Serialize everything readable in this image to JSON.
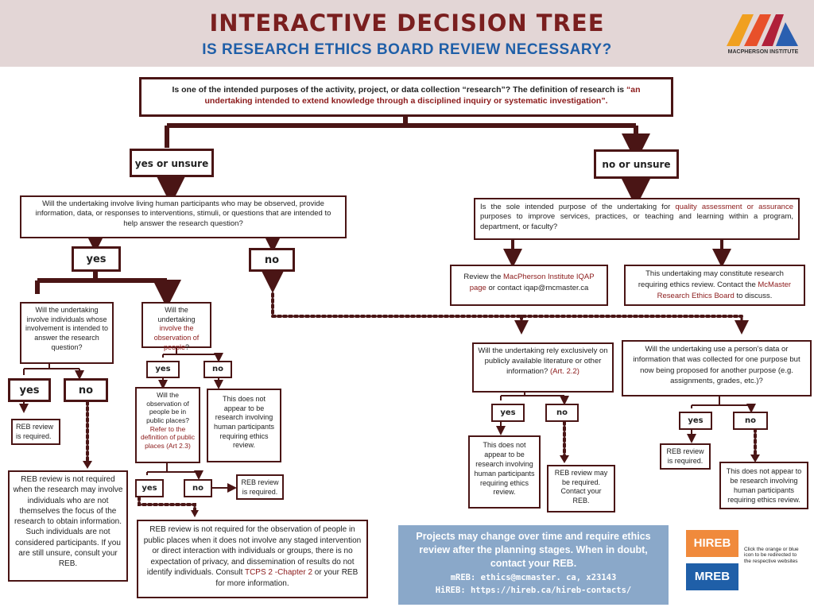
{
  "header": {
    "title": "INTERACTIVE DECISION TREE",
    "subtitle": "IS RESEARCH ETHICS BOARD REVIEW NECESSARY?",
    "logo_text": "MACPHERSON INSTITUTE",
    "colors": {
      "title": "#7a1f1f",
      "subtitle": "#1f5fa8",
      "band": "#e3d6d6",
      "border": "#4a1515"
    }
  },
  "root": {
    "question": "Is one of the intended purposes of the activity, project, or data collection “research”? The definition of research is",
    "definition": "“an undertaking intended to extend knowledge through a disciplined inquiry or systematic investigation”."
  },
  "branches": {
    "left": "yes or unsure",
    "right": "no or unsure"
  },
  "left": {
    "q_human": "Will the undertaking involve living human participants who may be observed, provide information, data, or responses to interventions, stimuli, or questions that are intended to help answer the research question?",
    "yes": "yes",
    "no": "no",
    "q_focus": "Will the undertaking involve individuals whose involvement is intended to answer the research question?",
    "q_observe_pre": "Will the undertaking",
    "q_observe_hl": "involve the observation of people",
    "q_observe_post": "?",
    "focus_yes": "yes",
    "focus_no": "no",
    "reb_required_1": "REB review is required.",
    "reb_not_required_focus": "REB review is not required when the research may involve individuals who are not themselves the focus of the research to obtain information. Such individuals are not considered participants. If you are still unsure, consult your REB.",
    "obs_yes": "yes",
    "obs_no": "no",
    "q_public_pre": "Will the observation of people be in public places?",
    "q_public_hl": "Refer to the definition of public places (Art 2.3)",
    "not_research_1": "This does not appear to be research involving human participants requiring ethics review.",
    "public_yes": "yes",
    "public_no": "no",
    "reb_required_2": "REB review is required.",
    "reb_not_required_public_pre": "REB review is not required for the observation of people in public places when it does not involve any staged intervention or direct interaction with individuals or groups, there is no expectation of privacy, and dissemination of results do not identify individuals. Consult",
    "reb_not_required_public_hl": "TCPS 2 -Chapter 2",
    "reb_not_required_public_post": "or your REB for more information."
  },
  "right": {
    "q_quality_pre": "Is the sole intended purpose of the undertaking for",
    "q_quality_hl": "quality assessment or assurance",
    "q_quality_post": "purposes to improve services, practices, or teaching and learning within a program, department, or faculty?",
    "iqap_pre": "Review the",
    "iqap_hl": "MacPherson Institute IQAP page",
    "iqap_post": "or contact iqap@mcmaster.ca",
    "constitute_pre": "This undertaking may constitute research requiring ethics review. Contact the",
    "constitute_hl": "McMaster Research Ethics Board",
    "constitute_post": "to discuss.",
    "q_public_info": "Will the undertaking rely exclusively on publicly available literature or other information?",
    "q_public_info_hl": "(Art. 2.2)",
    "q_secondary": "Will the undertaking use a person’s data or information that was collected for one purpose but now being proposed for another purpose (e.g. assignments, grades, etc.)?",
    "pi_yes": "yes",
    "pi_no": "no",
    "sec_yes": "yes",
    "sec_no": "no",
    "not_research_2": "This does not appear to be research involving human participants requiring ethics review.",
    "reb_may": "REB review may be required. Contact your REB.",
    "reb_required_3": "REB review is required.",
    "not_research_3": "This does not appear to be research involving human participants requiring ethics review."
  },
  "note": {
    "text": "Projects may change over time and require ethics review after the planning stages. When in doubt, contact your REB.",
    "mreb": "mREB: ethics@mcmaster. ca, x23143",
    "hireb": "HiREB: https://hireb.ca/hireb-contacts/"
  },
  "buttons": {
    "hireb": "HIREB",
    "mreb": "MREB",
    "hireb_color": "#f08a3c",
    "mreb_color": "#1f5fa8"
  },
  "click_note": "Click the orange or blue icon to be redirected to the respective websites"
}
